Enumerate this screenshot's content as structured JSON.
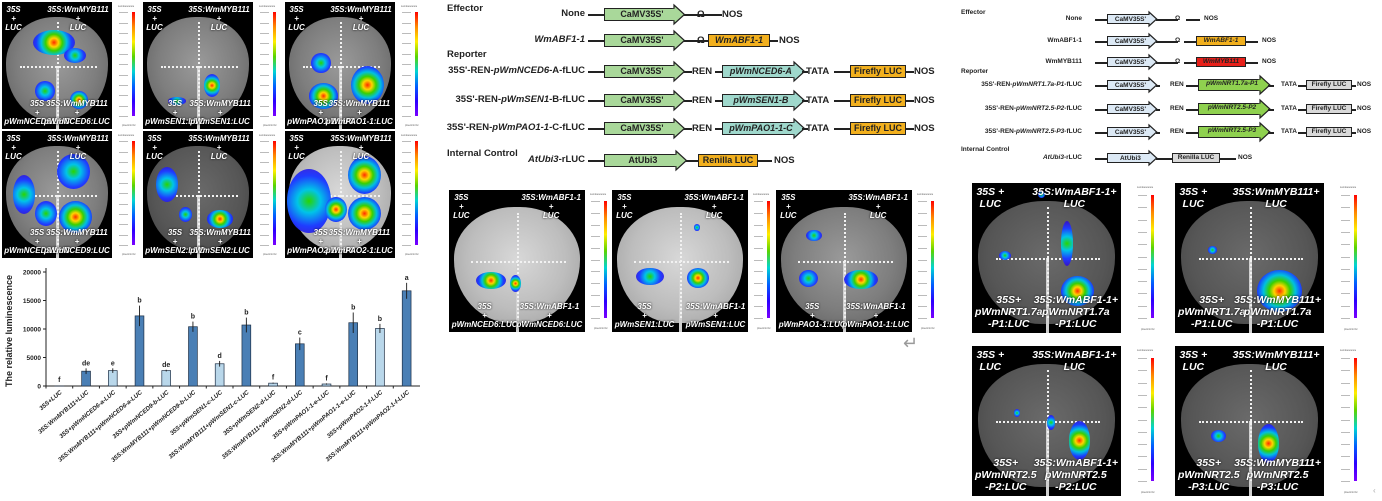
{
  "left_panels": [
    {
      "id": "nced6",
      "top_left": [
        "35S",
        "+",
        "LUC"
      ],
      "top_right": [
        "35S:WmMYB111",
        "+",
        "LUC"
      ],
      "bottom_left": [
        "35S",
        "+",
        "pWmNCED6:LUC"
      ],
      "bottom_right": [
        "35S:WmMYB111",
        "+",
        "pWmNCED6:LUC"
      ]
    },
    {
      "id": "sen1",
      "top_left": [
        "35S",
        "+",
        "LUC"
      ],
      "top_right": [
        "35S:WmMYB111",
        "+",
        "LUC"
      ],
      "bottom_left": [
        "35S",
        "+",
        "pWmSEN1:LUC"
      ],
      "bottom_right": [
        "35S:WmMYB111",
        "+",
        "pWmSEN1:LUC"
      ]
    },
    {
      "id": "pao1",
      "top_left": [
        "35S",
        "+",
        "LUC"
      ],
      "top_right": [
        "35S:WmMYB111",
        "+",
        "LUC"
      ],
      "bottom_left": [
        "35S",
        "+",
        "pWmPAO1-1:LUC"
      ],
      "bottom_right": [
        "35S:WmMYB111",
        "+",
        "pWmPAO1-1:LUC"
      ]
    },
    {
      "id": "nced9",
      "top_left": [
        "35S",
        "+",
        "LUC"
      ],
      "top_right": [
        "35S:WmMYB111",
        "+",
        "LUC"
      ],
      "bottom_left": [
        "35S",
        "+",
        "pWmNCED9:LUC"
      ],
      "bottom_right": [
        "35S:WmMYB111",
        "+",
        "pWmNCED9:LUC"
      ]
    },
    {
      "id": "sen2",
      "top_left": [
        "35S",
        "+",
        "LUC"
      ],
      "top_right": [
        "35S:WmMYB111",
        "+",
        "LUC"
      ],
      "bottom_left": [
        "35S",
        "+",
        "pWmSEN2:LUC"
      ],
      "bottom_right": [
        "35S:WmMYB111",
        "+",
        "pWmSEN2:LUC"
      ]
    },
    {
      "id": "pao2",
      "top_left": [
        "35S",
        "+",
        "LUC"
      ],
      "top_right": [
        "35S:WmMYB111",
        "+",
        "LUC"
      ],
      "bottom_left": [
        "35S",
        "+",
        "pWmPAO2-1:LUC"
      ],
      "bottom_right": [
        "35S:WmMYB111",
        "+",
        "pWmPAO2-1:LUC"
      ]
    }
  ],
  "middle_panels": [
    {
      "id": "nced6",
      "top_left": [
        "35S",
        "+",
        "LUC"
      ],
      "top_right": [
        "35S:WmABF1-1",
        "+",
        "LUC"
      ],
      "bottom_left": [
        "35S",
        "+",
        "pWmNCED6:LUC"
      ],
      "bottom_right": [
        "35S:WmABF1-1",
        "+",
        "pWmNCED6:LUC"
      ]
    },
    {
      "id": "sen1",
      "top_left": [
        "35S",
        "+",
        "LUC"
      ],
      "top_right": [
        "35S:WmABF1-1",
        "+",
        "LUC"
      ],
      "bottom_left": [
        "35S",
        "+",
        "pWmSEN1:LUC"
      ],
      "bottom_right": [
        "35S:WmABF1-1",
        "+",
        "pWmSEN1:LUC"
      ]
    },
    {
      "id": "pao1",
      "top_left": [
        "35S",
        "+",
        "LUC"
      ],
      "top_right": [
        "35S:WmABF1-1",
        "+",
        "LUC"
      ],
      "bottom_left": [
        "35S",
        "+",
        "pWmPAO1-1:LUC"
      ],
      "bottom_right": [
        "35S:WmABF1-1",
        "+",
        "pWmPAO1-1:LUC"
      ]
    }
  ],
  "right_panels": [
    {
      "id": "nrt17_abf",
      "top_left": [
        "35S +",
        "LUC"
      ],
      "top_right": [
        "35S:WmABF1-1+",
        "LUC"
      ],
      "bottom_left": [
        "35S+",
        "pWmNRT1.7a",
        "-P1:LUC"
      ],
      "bottom_right": [
        "35S:WmABF1-1+",
        "pWmNRT1.7a",
        "-P1:LUC"
      ]
    },
    {
      "id": "nrt17_myb",
      "top_left": [
        "35S +",
        "LUC"
      ],
      "top_right": [
        "35S:WmMYB111+",
        "LUC"
      ],
      "bottom_left": [
        "35S+",
        "pWmNRT1.7a",
        "-P1:LUC"
      ],
      "bottom_right": [
        "35S:WmMYB111+",
        "pWmNRT1.7a",
        "-P1:LUC"
      ]
    },
    {
      "id": "nrt25_abf",
      "top_left": [
        "35S +",
        "LUC"
      ],
      "top_right": [
        "35S:WmABF1-1+",
        "LUC"
      ],
      "bottom_left": [
        "35S+",
        "pWmNRT2.5",
        "-P2:LUC"
      ],
      "bottom_right": [
        "35S:WmABF1-1+",
        "pWmNRT2.5",
        "-P2:LUC"
      ]
    },
    {
      "id": "nrt25_myb",
      "top_left": [
        "35S +",
        "LUC"
      ],
      "top_right": [
        "35S:WmMYB111+",
        "LUC"
      ],
      "bottom_left": [
        "35S+",
        "pWmNRT2.5",
        "-P3:LUC"
      ],
      "bottom_right": [
        "35S:WmMYB111+",
        "pWmNRT2.5",
        "-P3:LUC"
      ]
    }
  ],
  "scalebar": {
    "header": "Luminescence",
    "footer": "p/sec/cm²/sr"
  },
  "construct_mid": {
    "sections": {
      "effector": "Effector",
      "reporter": "Reporter",
      "internal": "Internal Control"
    },
    "rows": [
      {
        "name": "None",
        "italic": false,
        "promoter": "CaMV35S'",
        "omega": "Ω",
        "end": "NOS"
      },
      {
        "name": "WmABF1-1",
        "italic": true,
        "promoter": "CaMV35S'",
        "omega": "Ω",
        "gene": "WmABF1-1",
        "end": "NOS"
      },
      {
        "name_pre": "35S'-REN-",
        "name_it": "pWmNCED6",
        "name_post": "-A-fLUC",
        "promoter": "CaMV35S'",
        "ren": "REN",
        "target": "pWmNCED6-A",
        "tata": "TATA",
        "reporter": "Firefly LUC",
        "end": "NOS"
      },
      {
        "name_pre": "35S'-REN-",
        "name_it": "pWmSEN1",
        "name_post": "-B-fLUC",
        "promoter": "CaMV35S'",
        "ren": "REN",
        "target": "pWmSEN1-B",
        "tata": "TATA",
        "reporter": "Firefly LUC",
        "end": "NOS"
      },
      {
        "name_pre": "35S'-REN-",
        "name_it": "pWmPAO1-1",
        "name_post": "-C-fLUC",
        "promoter": "CaMV35S'",
        "ren": "REN",
        "target": "pWmPAO1-1-C",
        "tata": "TATA",
        "reporter": "Firefly LUC",
        "end": "NOS"
      },
      {
        "name_pre": "",
        "name_it": "AtUbi3",
        "name_post": "-rLUC",
        "promoter": "AtUbi3",
        "reporter": "Renilla LUC",
        "end": "NOS"
      }
    ]
  },
  "construct_right": {
    "sections": {
      "effector": "Effector",
      "reporter": "Reporter",
      "internal": "Internal Control"
    },
    "rows": [
      {
        "name": "None",
        "promoter": "CaMV35S'",
        "omega": "Ω",
        "end": "NOS"
      },
      {
        "name": "WmABF1-1",
        "promoter": "CaMV35S'",
        "omega": "Ω",
        "gene": "WmABF1-1",
        "end": "NOS"
      },
      {
        "name": "WmMYB111",
        "promoter": "CaMV35S'",
        "omega": "Ω",
        "gene": "WmMYB111",
        "end": "NOS"
      },
      {
        "name_pre": "35S'-REN-",
        "name_it": "pWmNRT1.7a-P1",
        "name_post": "-fLUC",
        "promoter": "CaMV35S'",
        "ren": "REN",
        "target": "pWmNRT1.7a-P1",
        "tata": "TATA",
        "reporter": "Firefly LUC",
        "end": "NOS"
      },
      {
        "name_pre": "35S'-REN-",
        "name_it": "pWmNRT2.5-P2",
        "name_post": "-fLUC",
        "promoter": "CaMV35S'",
        "ren": "REN",
        "target": "pWmNRT2.5-P2",
        "tata": "TATA",
        "reporter": "Firefly LUC",
        "end": "NOS"
      },
      {
        "name_pre": "35S'-REN-",
        "name_it": "pWmNRT2.5-P3",
        "name_post": "-fLUC",
        "promoter": "CaMV35S'",
        "ren": "REN",
        "target": "pWmNRT2.5-P3",
        "tata": "TATA",
        "reporter": "Firefly LUC",
        "end": "NOS"
      },
      {
        "name_pre": "",
        "name_it": "AtUbi3",
        "name_post": "-rLUC",
        "promoter": "AtUbi3",
        "reporter": "Renilla LUC",
        "end": "NOS"
      }
    ]
  },
  "colors": {
    "bar_dark": "#4a7fb5",
    "bar_light": "#b9d7ea",
    "promoter_green": "#a9d89a",
    "target_teal": "#9fd8cc",
    "gene_orange": "#f2b01e",
    "gene_red": "#e8201a",
    "target_lime": "#8fd14f",
    "promoter_lightblue": "#dce9f5",
    "reporter_gray": "#d9d9d9"
  },
  "chart_data": {
    "type": "bar",
    "title": "",
    "xlabel": "",
    "ylabel": "The relative luminescence",
    "ylim": [
      0,
      20000
    ],
    "yticks": [
      0,
      5000,
      10000,
      15000,
      20000
    ],
    "grid": false,
    "categories": [
      "35S+LUC",
      "35S:WmMYB111+LUC",
      "35S+pWmNCED6-a-LUC",
      "35S:WmMYB111+pWmNCED6-a-LUC",
      "35S+pWmNCED9-b-LUC",
      "35S:WmMYB111+pWmNCED9-b-LUC",
      "35S+pWmSEN1-c-LUC",
      "35S:WmMYB111+pWmSEN1-c-LUC",
      "35S+pWmSEN2-d-LUC",
      "35S:WmMYB111+pWmSEN2-d-LUC",
      "35S+pWmPAO1-1-e-LUC",
      "35S:WmMYB111+pWmPAO1-1-e-LUC",
      "35S+pWmPAO2-1-f-LUC",
      "35S:WmMYB111+pWmPAO2-1-f-LUC"
    ],
    "values": [
      0,
      2600,
      2700,
      12300,
      2700,
      10400,
      3900,
      10700,
      500,
      7400,
      350,
      11100,
      10100,
      16700
    ],
    "errors": [
      0,
      500,
      400,
      1800,
      150,
      900,
      500,
      1300,
      100,
      1100,
      100,
      1800,
      800,
      1400
    ],
    "shade": [
      "dark",
      "dark",
      "light",
      "dark",
      "light",
      "dark",
      "light",
      "dark",
      "light",
      "dark",
      "light",
      "dark",
      "light",
      "dark"
    ],
    "significance": [
      "f",
      "de",
      "e",
      "b",
      "de",
      "b",
      "d",
      "b",
      "f",
      "c",
      "f",
      "b",
      "b",
      "a"
    ]
  }
}
